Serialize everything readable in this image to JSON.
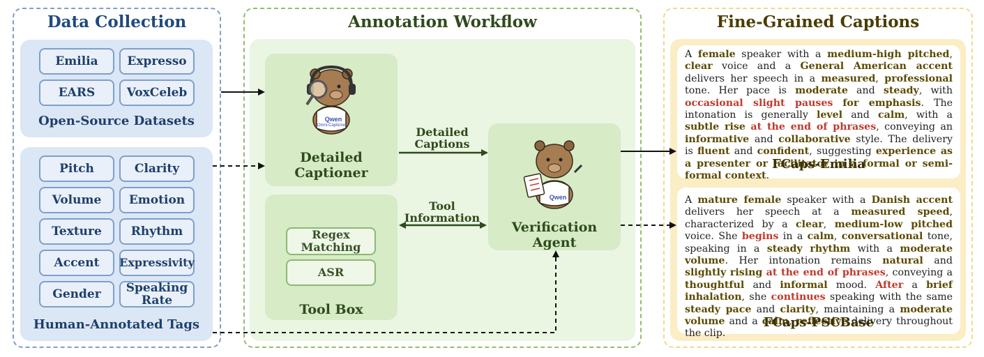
{
  "data_collection": {
    "title": "Data Collection",
    "open_source": {
      "label": "Open-Source Datasets",
      "items": [
        "Emilia",
        "Expresso",
        "EARS",
        "VoxCeleb"
      ]
    },
    "human_tags": {
      "label": "Human-Annotated Tags",
      "items": [
        "Pitch",
        "Clarity",
        "Volume",
        "Emotion",
        "Texture",
        "Rhythm",
        "Accent",
        "Expressivity",
        "Gender",
        "Speaking Rate"
      ]
    }
  },
  "workflow": {
    "title": "Annotation Workflow",
    "captioner": {
      "label_line1": "Detailed",
      "label_line2": "Captioner",
      "shirt_brand": "Qwen",
      "shirt_sub": "Omni-Captioner"
    },
    "toolbox": {
      "label": "Tool Box",
      "tools": [
        "Regex Matching",
        "ASR"
      ]
    },
    "agent": {
      "label_line1": "Verification",
      "label_line2": "Agent",
      "shirt_brand": "Qwen"
    },
    "edge_captions": {
      "line1": "Detailed",
      "line2": "Captions"
    },
    "edge_tools": {
      "line1": "Tool",
      "line2": "Information"
    }
  },
  "captions": {
    "title": "Fine-Grained Captions",
    "emilia": {
      "name": "FCaps-Emilia"
    },
    "pscbase": {
      "name": "FCaps-PSCBase"
    }
  },
  "colors": {
    "blue_outline": "#7f9fc9",
    "blue_fill": "#dbe7f5",
    "blue_heading": "#1f4a7f",
    "green_outline": "#8fbf6a",
    "green_fill": "#eaf5e2",
    "green_heading": "#2f4a1c",
    "yellow_outline": "#f2d98a",
    "yellow_fill": "#fbedc4",
    "yellow_heading": "#4a3d00",
    "highlight_red": "#c0392b"
  }
}
